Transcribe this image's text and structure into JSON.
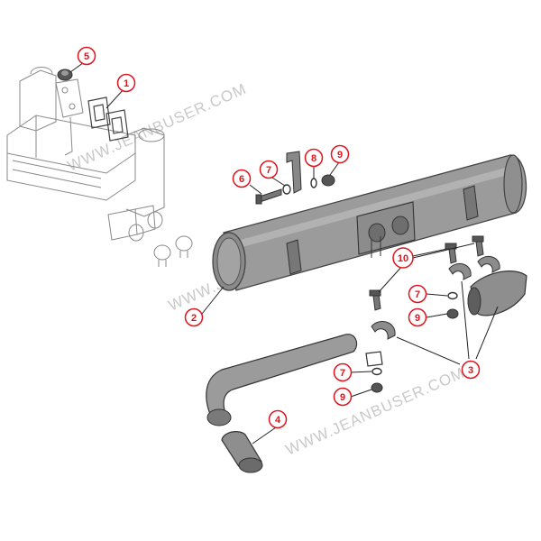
{
  "watermark": "WWW.JEANBUSER.COM",
  "colors": {
    "callout": "#e0141e",
    "part_fill": "#9b9b9b",
    "part_dark": "#6e6e6e",
    "outline": "#444444"
  },
  "callouts": [
    {
      "label": "5"
    },
    {
      "label": "1"
    },
    {
      "label": "6"
    },
    {
      "label": "7"
    },
    {
      "label": "8"
    },
    {
      "label": "9"
    },
    {
      "label": "10"
    },
    {
      "label": "7"
    },
    {
      "label": "9"
    },
    {
      "label": "2"
    },
    {
      "label": "3"
    },
    {
      "label": "7"
    },
    {
      "label": "9"
    },
    {
      "label": "4"
    }
  ]
}
